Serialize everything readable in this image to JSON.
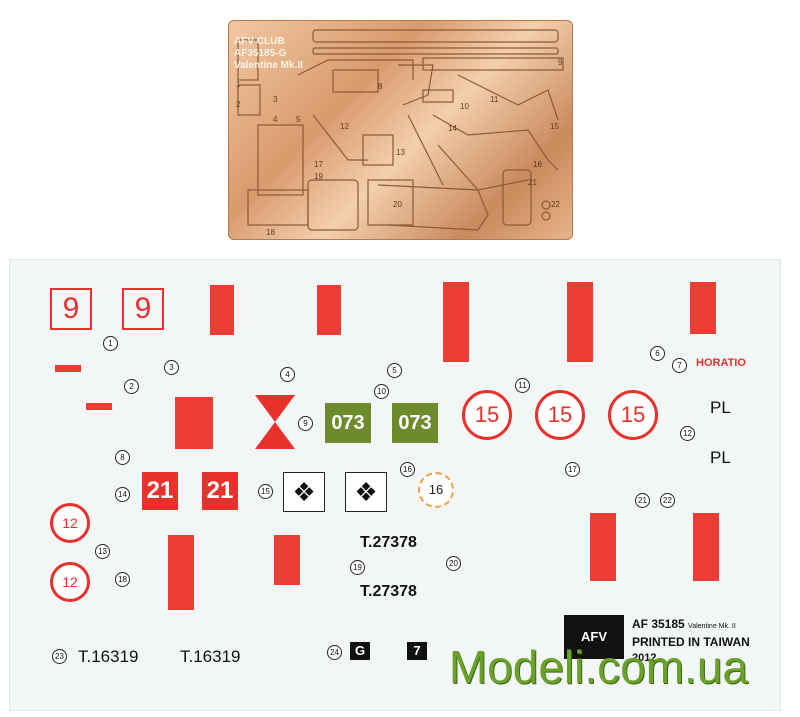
{
  "fret": {
    "label_line1": "AF35185-G",
    "label_line2": "Valentine Mk.II",
    "logo_text": "AFV CLUB",
    "part_numbers": [
      "1",
      "2",
      "3",
      "4",
      "5",
      "8",
      "9",
      "10",
      "11",
      "12",
      "13",
      "14",
      "15",
      "16",
      "17",
      "18",
      "19",
      "20",
      "21",
      "22"
    ]
  },
  "decals": {
    "box9_left": "9",
    "box9_right": "9",
    "green_left": "073",
    "green_right": "073",
    "red21_left": "21",
    "red21_right": "21",
    "roundel_15": "15",
    "roundel_12": "12",
    "roundel_16": "16",
    "horatio": "HORATIO",
    "pl": "PL",
    "serial_t27378": "T.27378",
    "serial_t16319": "T.16319",
    "keys": [
      "1",
      "2",
      "3",
      "4",
      "5",
      "6",
      "7",
      "8",
      "9",
      "10",
      "11",
      "12",
      "13",
      "14",
      "15",
      "16",
      "17",
      "18",
      "19",
      "20",
      "21",
      "22",
      "23",
      "24"
    ]
  },
  "info": {
    "logo": "AFV CLUB",
    "line1": "AF 35185",
    "line1_small": "Valentine Mk. II",
    "line2": "PRINTED IN TAIWAN",
    "line3": "2012"
  },
  "watermark": "Modeli.com.ua",
  "colors": {
    "decal_red": "#e8302c",
    "decal_green": "#6d8b2d",
    "fret_brass": "#d99a6c",
    "watermark_green": "#6aa12a"
  }
}
